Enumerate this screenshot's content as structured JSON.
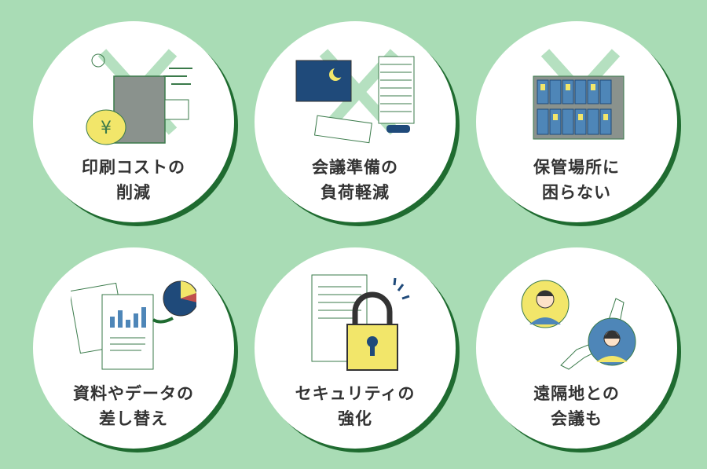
{
  "colors": {
    "background": "#a9dcb5",
    "shadow": "#1f6b30",
    "navy": "#1f4a7a",
    "yellow": "#f2e66a",
    "gray": "#8a928d",
    "cross": "#b5e0c0"
  },
  "items": [
    {
      "line1": "印刷コストの",
      "line2": "削減",
      "icon": "printer-money-icon"
    },
    {
      "line1": "会議準備の",
      "line2": "負荷軽減",
      "icon": "paper-stack-night-icon"
    },
    {
      "line1": "保管場所に",
      "line2": "困らない",
      "icon": "binders-icon"
    },
    {
      "line1": "資料やデータの",
      "line2": "差し替え",
      "icon": "chart-document-icon"
    },
    {
      "line1": "セキュリティの",
      "line2": "強化",
      "icon": "padlock-document-icon"
    },
    {
      "line1": "遠隔地との",
      "line2": "会議も",
      "icon": "remote-meeting-map-icon"
    }
  ]
}
